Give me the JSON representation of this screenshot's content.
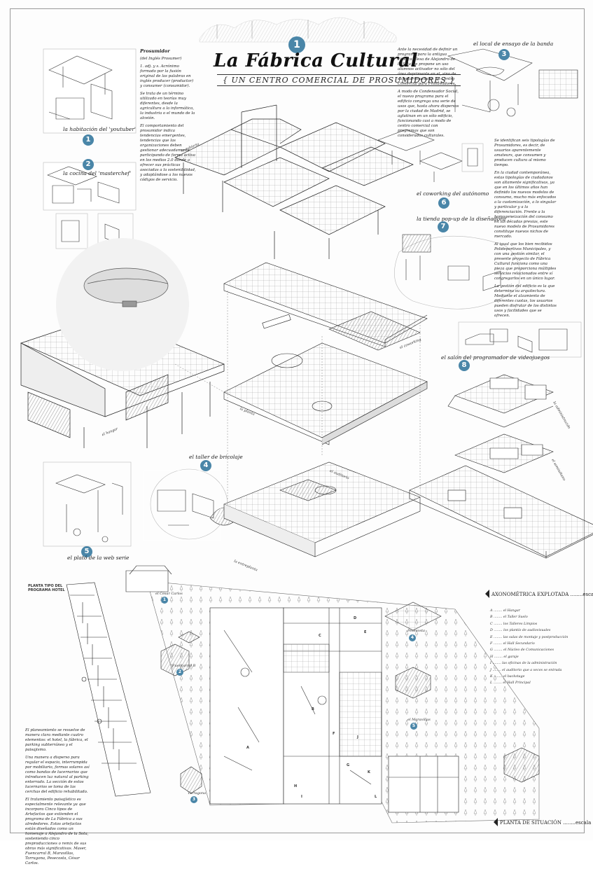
{
  "header": {
    "number": "1",
    "title": "La Fábrica Cultural",
    "subtitle": "{ UN CENTRO COMERCIAL DE PROSUMIDORES }"
  },
  "intro": {
    "heading": "Prosumidor",
    "origin": "(del Inglés Prosumer)",
    "p1": "1. adj. y s. Acrónimo formado por la fusión original de las palabras en inglés producer (productor) y consumer (consumidor).",
    "p2": "Se trata de un término utilizado en teorías muy diferentes, desde la agricultura a la informática, la industria o el mundo de la alceión.",
    "p3": "El comportamiento del prosumidor indica tendencias emergentes, tendencias que las organizaciones deben gestionar adecuadamente participando de forma activa en los medios 2.0 donde a ofrecer sus prácticas asociadas a la sostenibilidad, y adaptándose a los nuevos códigos de servicio."
  },
  "right_text": {
    "p1": "Ante la necesidad de definir un programa para la antigua Fábrica Clesa de Alejandro de la Sota, se propone un uso alumnos activador no sólo del área deprimente en el, sino de su entorno urbano: un Centro Comercial para Prosumidores.",
    "p2": "A modo de Condensador Social, el nuevo programa para el edificio congrega una serie de usos que, hasta ahora dispersos por la ciudad de Madrid, se aglutinan en un sólo edificio, funcionando casi a modo de centro comercial con programas que son considerados culturales."
  },
  "mid_text": {
    "p1": "Se identifican seis tipologías de Prosumidores, es decir, de usuarios aparentemente amateurs, que consumen y producen cultura al mismo tiempo.",
    "p2": "En la ciudad contemporánea, estas tipologías de ciudadanos son altamente significativas, ya que en los últimos años han definido los nuevos modelos de consumo, mucho más enfocados a la customización, a lo singular y particular y a la diferenciación. Frente a la homogeneización del consumo en las décadas previas, este nuevo modelo de Prosumidores constituye nuevos nichos de mercado.",
    "p3": "Al igual que los bien recibidos Polideportivos Municipales, y con una gestión similar, el presente proyecto de Fábrica Cultural funciona como una pieza que proporciona múltiples servicios relacionados entre sí congregarlos en un único lugar.",
    "p4": "La gestión del edificio es la que determina su arquitectura. Mediante el alzamiento de diferentes cuotas, los usuarios pueden disfrutar de los distintos usos y facilidades que se ofrecen."
  },
  "bottom_text": {
    "p1": "El planeamiento se resuelve de manera clara mediante cuatro elementos: el hotel, la fábrica, el parking subterráneo y el paisajismo.",
    "p2": "Una manera a disperso para regular el espacio, interrumpida por mobiliario, formas solares así como bandas de lucernarios que introducen luz natural al parking enterrado. La sección de estos lucernarios se toma de las cerchas del edificio rehabilitado.",
    "p3": "El tratamiento paisajístico es especialmente relevante ya que incorpora Cinco tipos de Artefactos que extienden el programa de La Fábrica a sus alrededores. Estos artefactos están diseñados como un homenaje a Alejandro de la Sota, sosteniendo cinco preproducciones o remix de sus obras más significativas. Maser, Fuencarral B, Maravillas, Tarragona, Pesecosta, César Carlos."
  },
  "spaces": [
    {
      "num": "1",
      "label": "la habitación del 'youtuber'"
    },
    {
      "num": "2",
      "label": "la cocina del 'masterchef'"
    },
    {
      "num": "3",
      "label": "el local de ensayo de la banda"
    },
    {
      "num": "4",
      "label": "el taller de bricolaje"
    },
    {
      "num": "5",
      "label": "el plató de la web serie"
    },
    {
      "num": "6",
      "label": "el coworking del autónomo"
    },
    {
      "num": "7",
      "label": "la tienda pop-up de la diseñadora"
    },
    {
      "num": "8",
      "label": "el salón del programador de videojuegos"
    }
  ],
  "axo_labels": {
    "cubierta": "la cubierta",
    "hangar": "el hangar",
    "planta": "la planta",
    "coworking": "el coworking",
    "auditorio": "el auditorio",
    "entreplanta": "la entreplanta",
    "administracion": "la administración",
    "semisotano": "el semisótano"
  },
  "hotel_label": "PLANTA TIPO DEL PROGRAMA HOTEL",
  "axo_caption": "AXONOMÉTRICA EXPLOTADA ........escala 1/350",
  "plan_caption": "PLANTA DE SITUACIÓN ........escala 1/350",
  "artifacts": [
    {
      "num": "1",
      "label": "el César Carlos"
    },
    {
      "num": "2",
      "label": "Fuencarral B"
    },
    {
      "num": "3",
      "label": "Tarragona"
    },
    {
      "num": "4",
      "label": "Pesecosta"
    },
    {
      "num": "5",
      "label": "el Maravillas"
    }
  ],
  "legend": [
    "A ........ el Hangar",
    "B ........ el Taller Suelo",
    "C ........ los Talleres Limpios",
    "D ........ los plantío de audiovisuales",
    "E ........ las salas de montaje y postproducción",
    "F ........ el Hall Secundario",
    "G ........ el Núcleo de Comunicaciones",
    "H ........ el garaje",
    "I ........ las oficinas de la administración",
    "J ........ el auditorio que a veces se entrada",
    "K ........ el backstage",
    "L ........ el Hall Principal"
  ],
  "plan_letters": [
    "A",
    "B",
    "C",
    "D",
    "E",
    "F",
    "G",
    "H",
    "I",
    "J",
    "K",
    "L"
  ]
}
